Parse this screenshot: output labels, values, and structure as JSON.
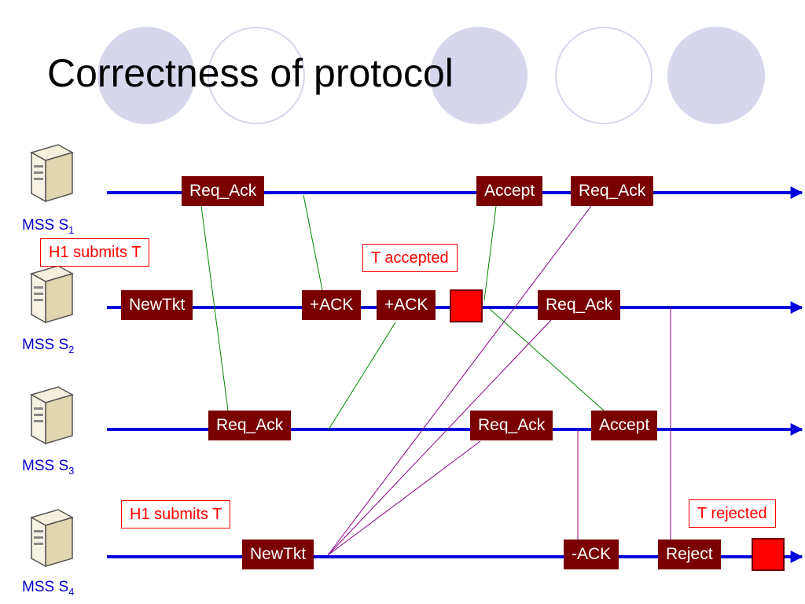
{
  "slide": {
    "title": "Correctness of protocol",
    "colors": {
      "timeline": "#0000dd",
      "message_box": "#7a0000",
      "message_text": "#ffffff",
      "note_text": "#ff0000",
      "green_line": "#008800",
      "purple_line": "#880088",
      "label_blue": "#0000cc",
      "decor_circle": "#d6d6ec"
    }
  },
  "servers": [
    {
      "name": "MSS S",
      "sub": "1",
      "icon": "server-icon"
    },
    {
      "name": "MSS S",
      "sub": "2",
      "icon": "server-icon"
    },
    {
      "name": "MSS S",
      "sub": "3",
      "icon": "server-icon"
    },
    {
      "name": "MSS S",
      "sub": "4",
      "icon": "server-icon"
    }
  ],
  "messages": {
    "s1_req_ack_1": "Req_Ack",
    "s1_accept": "Accept",
    "s1_req_ack_2": "Req_Ack",
    "s2_newtkt": "NewTkt",
    "s2_ack_1": "+ACK",
    "s2_ack_2": "+ACK",
    "s2_req_ack": "Req_Ack",
    "s3_req_ack_1": "Req_Ack",
    "s3_req_ack_2": "Req_Ack",
    "s3_accept": "Accept",
    "s4_newtkt": "NewTkt",
    "s4_nack": "-ACK",
    "s4_reject": "Reject"
  },
  "notes": {
    "h1_submits_top": "H1 submits T",
    "t_accepted": "T accepted",
    "h1_submits_bottom": "H1 submits T",
    "t_rejected": "T rejected"
  }
}
